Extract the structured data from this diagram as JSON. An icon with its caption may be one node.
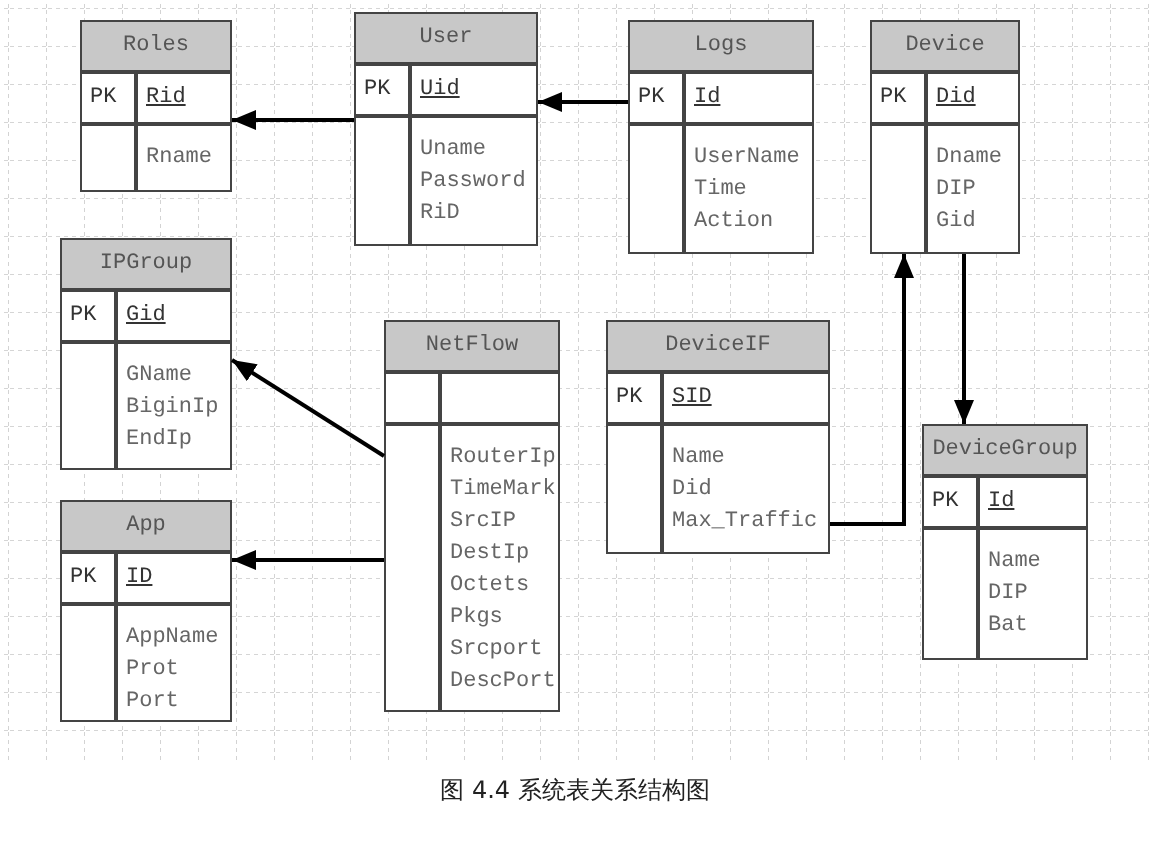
{
  "diagram": {
    "caption": "图 4.4 系统表关系结构图",
    "nodes": [
      {
        "text": [
          "Roles",
          "PK",
          "Rid",
          "Rname"
        ]
      },
      {
        "text": [
          "User",
          "PK",
          "Uid",
          "Uname",
          "Password",
          "RiD"
        ]
      },
      {
        "text": [
          "Logs",
          "PK",
          "Id",
          "UserName",
          "Time",
          "Action"
        ]
      },
      {
        "text": [
          "Device",
          "PK",
          "Did",
          "Dname",
          "DIP",
          "Gid"
        ]
      },
      {
        "text": [
          "IPGroup",
          "PK",
          "Gid",
          "GName",
          "BiginIp",
          "EndIp"
        ]
      },
      {
        "text": [
          "App",
          "PK",
          "ID",
          "AppName",
          "Prot",
          "Port"
        ]
      },
      {
        "text": [
          "NetFlow",
          "RouterIp",
          "TimeMark",
          "SrcIP",
          "DestIp",
          "Octets",
          "Pkgs",
          "Srcport",
          "DescPort"
        ]
      },
      {
        "text": [
          "DeviceIF",
          "PK",
          "SID",
          "Name",
          "Did",
          "Max_Traffic"
        ]
      },
      {
        "text": [
          "DeviceGroup",
          "PK",
          "Id",
          "Name",
          "DIP",
          "Bat"
        ]
      }
    ],
    "edges": [
      {
        "from": 1,
        "to": 0,
        "arrow": "to"
      },
      {
        "from": 2,
        "to": 1,
        "arrow": "to"
      },
      {
        "from": 6,
        "to": 4,
        "arrow": "to"
      },
      {
        "from": 6,
        "to": 5,
        "arrow": "to"
      },
      {
        "from": 7,
        "to": 3,
        "arrow": "to"
      },
      {
        "from": 3,
        "to": 8,
        "arrow": "to"
      }
    ]
  }
}
